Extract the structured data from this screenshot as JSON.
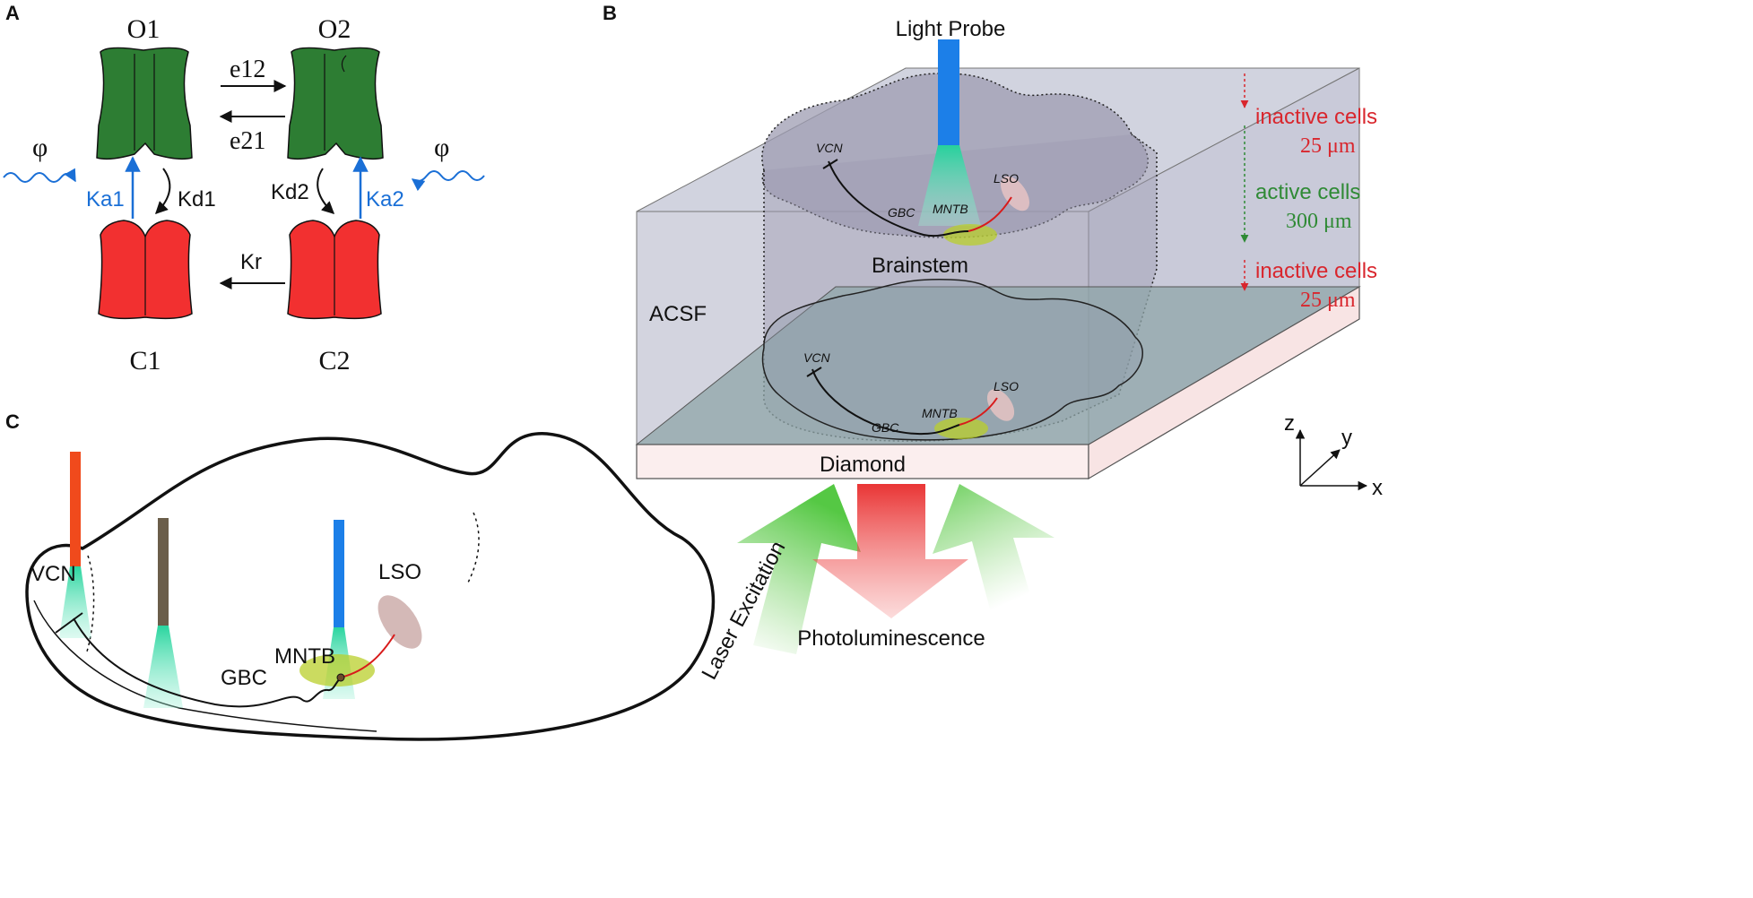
{
  "panels": {
    "a": {
      "letter": "A",
      "states": {
        "o1": "O1",
        "o2": "O2",
        "c1": "C1",
        "c2": "C2"
      },
      "rates": {
        "e12": "e12",
        "e21": "e21",
        "ka1": "Ka1",
        "ka2": "Ka2",
        "kd1": "Kd1",
        "kd2": "Kd2",
        "kr": "Kr"
      },
      "light": "φ",
      "colors": {
        "open": "#2d7d33",
        "closed": "#f23030",
        "light": "#1a6fd6"
      }
    },
    "b": {
      "letter": "B",
      "light_probe": "Light Probe",
      "brainstem": "Brainstem",
      "acsf": "ACSF",
      "diamond": "Diamond",
      "photoluminescence": "Photoluminescence",
      "laser_excitation": "Laser Excitation",
      "top_region": {
        "vcn": "VCN",
        "gbc": "GBC",
        "mntb": "MNTB",
        "lso": "LSO"
      },
      "bottom_region": {
        "vcn": "VCN",
        "gbc": "GBC",
        "mntb": "MNTB",
        "lso": "LSO"
      },
      "layers": [
        {
          "label": "inactive cells",
          "depth": "25 μm",
          "color": "#d9262d"
        },
        {
          "label": "active cells",
          "depth": "300 μm",
          "color": "#2f8a35"
        },
        {
          "label": "inactive cells",
          "depth": "25 μm",
          "color": "#d9262d"
        }
      ],
      "axes": {
        "z": "z",
        "y": "y",
        "x": "x"
      }
    },
    "c": {
      "letter": "C",
      "vcn": "VCN",
      "gbc": "GBC",
      "mntb": "MNTB",
      "lso": "LSO",
      "probe_colors": [
        "#f04a1c",
        "#6b5e4a",
        "#1c7fe8"
      ]
    }
  }
}
